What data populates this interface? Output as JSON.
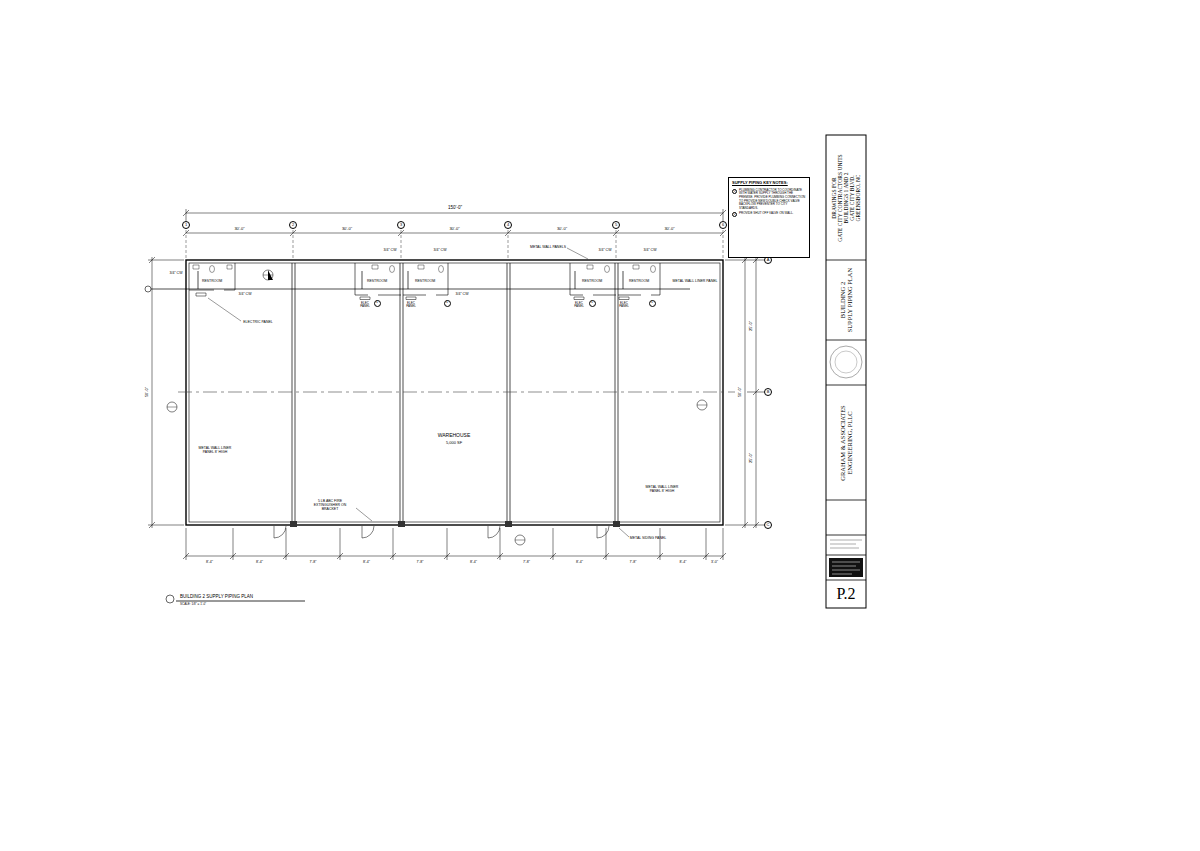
{
  "diagram": {
    "nodes": [
      {
        "text": [
          "1"
        ]
      },
      {
        "text": [
          "2"
        ]
      },
      {
        "text": [
          "3"
        ]
      },
      {
        "text": [
          "4"
        ]
      },
      {
        "text": [
          "5"
        ]
      },
      {
        "text": [
          "6"
        ]
      },
      {
        "text": [
          "A"
        ]
      },
      {
        "text": [
          "B"
        ]
      },
      {
        "text": [
          "C"
        ]
      },
      {
        "text": [
          "SUPPLY PIPING KEY NOTES:",
          "1",
          "PLUMBING CONTRACTOR TO COORDINATE WITH WATER SUPPLY THROUGH THE PREMISE. PROVIDE PLUMBING CONNECTION TO PROVIDE NEW DOUBLE CHECK VALVE BACKFLOW PREVENTER TO CITY STANDARDS.",
          "2",
          "PROVIDE SHUT OFF VALVE ON WALL."
        ]
      },
      {
        "text": [
          "DRAWINGS FOR",
          "GATE CITY CONTRACTORS UNITS",
          "BUILDINGS 1 AND 2",
          "GATE CITY BLVD.",
          "GREENSBORO, NC"
        ]
      },
      {
        "text": [
          "BUILDING 2",
          "SUPPLY PIPING PLAN"
        ]
      },
      {
        "text": [
          "GRAHAM & ASSOCIATES",
          "ENGINEERING, PLLC"
        ]
      },
      {
        "text": [
          "P.2"
        ]
      },
      {
        "text": [
          "1"
        ]
      },
      {
        "text": [
          "1"
        ]
      },
      {
        "text": [
          "1"
        ]
      },
      {
        "text": [
          "1"
        ]
      }
    ],
    "labels": [
      "150'-0\"",
      "30'-0\"",
      "30'-0\"",
      "30'-0\"",
      "30'-0\"",
      "30'-0\"",
      "50'-0\"",
      "25'-0\"",
      "25'-0\"",
      "50'-0\"",
      "8'-4\"",
      "8'-4\"",
      "7'-8\"",
      "8'-4\"",
      "7'-8\"",
      "8'-4\"",
      "7'-8\"",
      "8'-4\"",
      "7'-8\"",
      "8'-4\"",
      "3'-0\"",
      "WAREHOUSE",
      "5,000 SF",
      "METAL WALL PANELS",
      "METAL WALL LINER PANEL",
      "ELECTRIC PANEL",
      "METAL WALL LINER PANEL 8' HIGH",
      "5 LB ABC FIRE EXTINGUISHER ON BRACKET",
      "METAL WALL LINER PANEL 8' HIGH",
      "METAL SIDING PANEL",
      "RESTROOM",
      "RESTROOM",
      "RESTROOM",
      "RESTROOM",
      "RESTROOM",
      "ELEC PANEL",
      "ELEC PANEL",
      "ELEC PANEL",
      "ELEC PANEL",
      "3/4\" CW",
      "3/4\" CW",
      "3/4\" CW",
      "3/4\" CW",
      "3/4\" CW",
      "3/4\" CW",
      "3/4\" CW",
      "BUILDING 2 SUPPLY PIPING PLAN",
      "SCALE: 1/8\" = 1'-0\""
    ]
  }
}
